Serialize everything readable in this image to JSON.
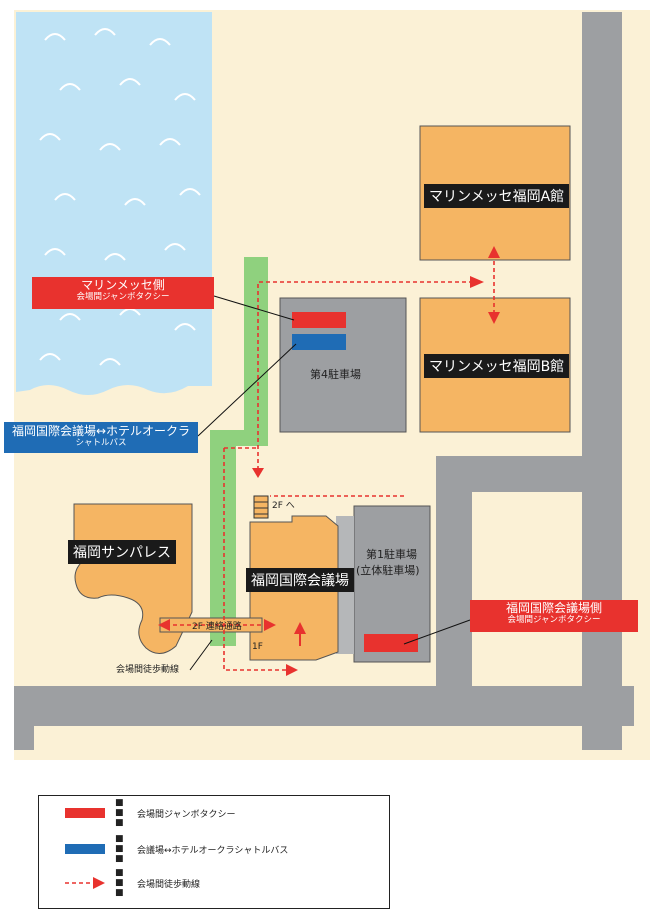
{
  "map": {
    "buildings": {
      "marine_a": "マリンメッセ福岡A館",
      "marine_b": "マリンメッセ福岡B館",
      "parking4": "第4駐車場",
      "parking1_line1": "第1駐車場",
      "parking1_line2": "(立体駐車場)",
      "sunpalace": "福岡サンパレス",
      "congress": "福岡国際会議場"
    },
    "callouts": {
      "marine_taxi_main": "マリンメッセ側",
      "marine_taxi_sub": "会場間ジャンボタクシー",
      "shuttle_main": "福岡国際会議場↔ホテルオークラ",
      "shuttle_sub": "シャトルバス",
      "congress_taxi_main": "福岡国際会議場側",
      "congress_taxi_sub": "会場間ジャンボタクシー",
      "walk_route": "会場間徒歩動線"
    },
    "small_labels": {
      "to_2f": "2F へ",
      "corridor": "2F 連絡通路",
      "floor_1f": "1F"
    }
  },
  "legend": {
    "items": [
      {
        "color": "#e8322e",
        "dots": "■ ■ ■",
        "label": "会場間ジャンボタクシー"
      },
      {
        "color": "#1f6cb5",
        "dots": "■ ■ ■",
        "label": "会議場↔ホテルオークラシャトルバス"
      },
      {
        "dots": "■ ■ ■",
        "label": "会場間徒歩動線"
      }
    ]
  },
  "colors": {
    "sea": "#bfe3f5",
    "ground": "#fbf1d6",
    "road": "#9d9fa2",
    "building": "#f5b563",
    "parking": "#9d9fa2",
    "green_path": "#8fd17e",
    "taxi": "#e8322e",
    "shuttle": "#1f6cb5",
    "walk": "#e8322e"
  }
}
